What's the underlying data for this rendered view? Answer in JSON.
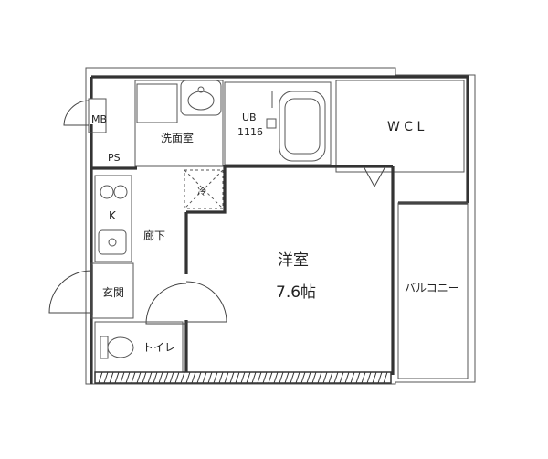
{
  "rooms": {
    "mb": "MB",
    "washroom": "洗面室",
    "ub": "UB",
    "ub_size": "1116",
    "wcl": "W C L",
    "ps": "PS",
    "cold": "冷",
    "kitchen": "K",
    "hallway": "廊下",
    "western_room": "洋室",
    "western_size": "7.6帖",
    "balcony": "バルコニー",
    "entrance": "玄関",
    "toilet": "トイレ"
  }
}
